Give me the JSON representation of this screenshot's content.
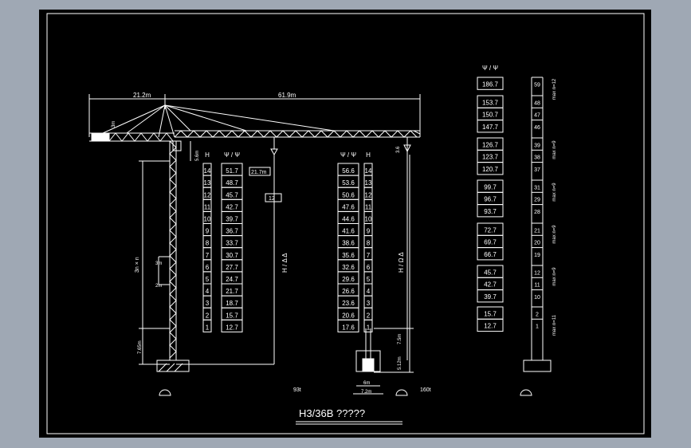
{
  "title": "H3/36B ?????",
  "dimensions": {
    "counter_jib": "21.2m",
    "jib": "61.9m",
    "top_height": "5.6m",
    "apex": "3m",
    "radius_21": "21.7m",
    "hook_load": "12",
    "mid_height": "3.6",
    "mast_step_a": "3m",
    "mast_step_b": "2m",
    "mast_formula": "3n × n",
    "base_a": "7.65m",
    "base_b": "7.5m",
    "base_c": "5.12m",
    "base_width_a": "6m",
    "base_width_b": "7.2m",
    "vertical_label_left": "H / Δ Δ",
    "vertical_label_right": "H / Ω Δ"
  },
  "base_labels": {
    "left_weight": "93t",
    "right_weight": "160t"
  },
  "table_left": {
    "header_h": "H",
    "header_v": "Ψ / Ψ",
    "rows": [
      {
        "h": "14",
        "v": "51.7"
      },
      {
        "h": "13",
        "v": "48.7"
      },
      {
        "h": "12",
        "v": "45.7"
      },
      {
        "h": "11",
        "v": "42.7"
      },
      {
        "h": "10",
        "v": "39.7"
      },
      {
        "h": "9",
        "v": "36.7"
      },
      {
        "h": "8",
        "v": "33.7"
      },
      {
        "h": "7",
        "v": "30.7"
      },
      {
        "h": "6",
        "v": "27.7"
      },
      {
        "h": "5",
        "v": "24.7"
      },
      {
        "h": "4",
        "v": "21.7"
      },
      {
        "h": "3",
        "v": "18.7"
      },
      {
        "h": "2",
        "v": "15.7"
      },
      {
        "h": "1",
        "v": "12.7"
      }
    ]
  },
  "table_mid": {
    "header_h": "H",
    "header_v": "Ψ / Ψ",
    "rows": [
      {
        "h": "14",
        "v": "56.6"
      },
      {
        "h": "13",
        "v": "53.6"
      },
      {
        "h": "12",
        "v": "50.6"
      },
      {
        "h": "11",
        "v": "47.6"
      },
      {
        "h": "10",
        "v": "44.6"
      },
      {
        "h": "9",
        "v": "41.6"
      },
      {
        "h": "8",
        "v": "38.6"
      },
      {
        "h": "7",
        "v": "35.6"
      },
      {
        "h": "6",
        "v": "32.6"
      },
      {
        "h": "5",
        "v": "29.6"
      },
      {
        "h": "4",
        "v": "26.6"
      },
      {
        "h": "3",
        "v": "23.6"
      },
      {
        "h": "2",
        "v": "20.6"
      },
      {
        "h": "1",
        "v": "17.6"
      }
    ]
  },
  "table_right": {
    "header_v": "Ψ / Ψ",
    "groups": [
      [
        "186.7"
      ],
      [
        "153.7",
        "150.7",
        "147.7"
      ],
      [
        "126.7",
        "123.7",
        "120.7"
      ],
      [
        "99.7",
        "96.7",
        "93.7"
      ],
      [
        "72.7",
        "69.7",
        "66.7"
      ],
      [
        "45.7",
        "42.7",
        "39.7"
      ],
      [
        "15.7",
        "12.7"
      ]
    ]
  },
  "section_column": {
    "numbers": [
      [
        "59"
      ],
      [
        "48",
        "47",
        "46"
      ],
      [
        "39",
        "38",
        "37"
      ],
      [
        "31",
        "29",
        "28"
      ],
      [
        "21",
        "20",
        "19"
      ],
      [
        "12",
        "11",
        "10"
      ],
      [
        "2",
        "1"
      ]
    ],
    "side_labels": [
      "max n=12",
      "max n=9",
      "max n=9",
      "max n=9",
      "max n=9",
      "max n=11"
    ]
  }
}
